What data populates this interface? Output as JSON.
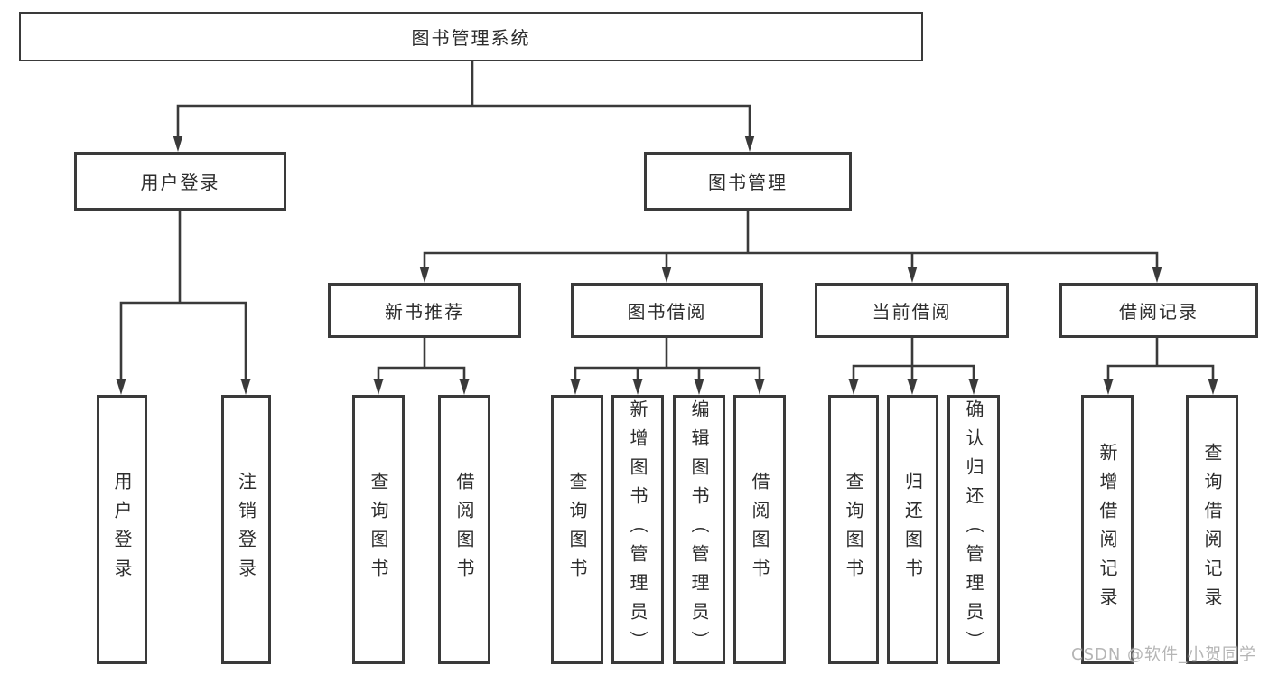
{
  "diagram": {
    "type": "hierarchy-function-diagram",
    "title": "图书管理系统",
    "colors": {
      "line": "#3a3a3a",
      "box_border": "#3a3a3a",
      "box_fill": "#ffffff",
      "text": "#2d2d2d",
      "background": "#ffffff",
      "watermark": "#b5b5b5"
    },
    "nodes": {
      "root": {
        "label": "图书管理系统"
      },
      "user_login": {
        "label": "用户登录"
      },
      "book_mgmt": {
        "label": "图书管理"
      },
      "new_book_rec": {
        "label": "新书推荐"
      },
      "book_borrow": {
        "label": "图书借阅"
      },
      "current_borrow": {
        "label": "当前借阅"
      },
      "borrow_record": {
        "label": "借阅记录"
      },
      "leaf_user_login": {
        "label": "用户登录"
      },
      "leaf_logout": {
        "label": "注销登录"
      },
      "leaf_nbr_query": {
        "label": "查询图书"
      },
      "leaf_nbr_borrow": {
        "label": "借阅图书"
      },
      "leaf_bb_query": {
        "label": "查询图书"
      },
      "leaf_bb_add": {
        "label": "新增图书（管理员）"
      },
      "leaf_bb_edit": {
        "label": "编辑图书（管理员）"
      },
      "leaf_bb_borrow": {
        "label": "借阅图书"
      },
      "leaf_cb_query": {
        "label": "查询图书"
      },
      "leaf_cb_return": {
        "label": "归还图书"
      },
      "leaf_cb_confirm": {
        "label": "确认归还（管理员）"
      },
      "leaf_br_add": {
        "label": "新增借阅记录"
      },
      "leaf_br_query": {
        "label": "查询借阅记录"
      }
    },
    "tree": {
      "图书管理系统": {
        "用户登录": [
          "用户登录",
          "注销登录"
        ],
        "图书管理": {
          "新书推荐": [
            "查询图书",
            "借阅图书"
          ],
          "图书借阅": [
            "查询图书",
            "新增图书（管理员）",
            "编辑图书（管理员）",
            "借阅图书"
          ],
          "当前借阅": [
            "查询图书",
            "归还图书",
            "确认归还（管理员）"
          ],
          "借阅记录": [
            "新增借阅记录",
            "查询借阅记录"
          ]
        }
      }
    },
    "watermark": {
      "text": "CSDN @软件_小贺同学"
    }
  }
}
